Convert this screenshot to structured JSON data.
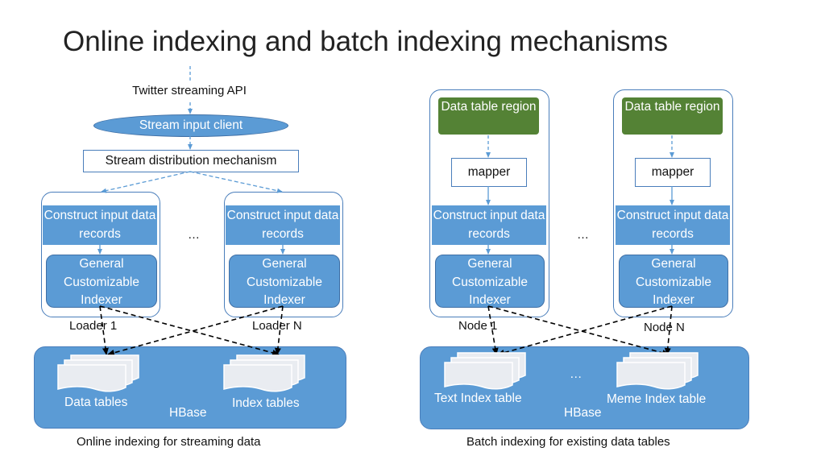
{
  "title": "Online indexing and batch indexing mechanisms",
  "left": {
    "api_label": "Twitter streaming API",
    "stream_client": "Stream input client",
    "distribution": "Stream distribution mechanism",
    "loaders": [
      {
        "construct": "Construct input data records",
        "indexer": "General Customizable Indexer",
        "label": "Loader 1"
      },
      {
        "construct": "Construct input data records",
        "indexer": "General Customizable Indexer",
        "label": "Loader N"
      }
    ],
    "ellipsis": "…",
    "hbase": {
      "data_tables": "Data tables",
      "index_tables": "Index tables",
      "label": "HBase"
    },
    "caption": "Online indexing for streaming data"
  },
  "right": {
    "nodes": [
      {
        "region": "Data table region",
        "mapper": "mapper",
        "construct": "Construct input data records",
        "indexer": "General Customizable Indexer",
        "label": "Node 1"
      },
      {
        "region": "Data table region",
        "mapper": "mapper",
        "construct": "Construct input data records",
        "indexer": "General Customizable Indexer",
        "label": "Node N"
      }
    ],
    "ellipsis": "…",
    "hbase": {
      "text_index": "Text Index table",
      "meme_index": "Meme Index table",
      "ellipsis": "…",
      "label": "HBase"
    },
    "caption": "Batch indexing for existing data tables"
  },
  "colors": {
    "accent_blue": "#5b9bd5",
    "region_green": "#548235",
    "border_blue": "#4a7ebb"
  }
}
